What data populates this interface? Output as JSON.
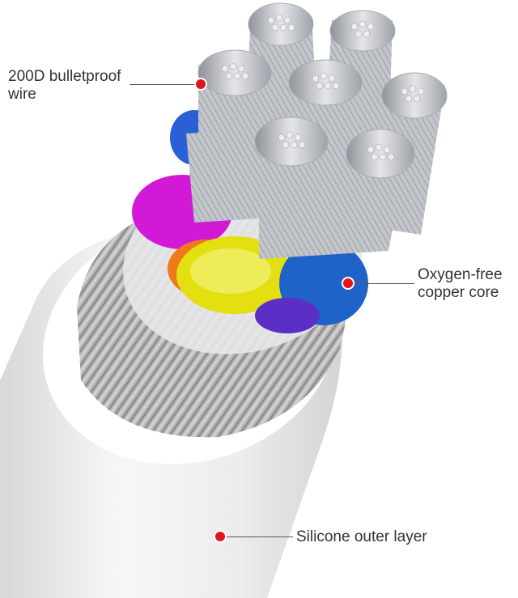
{
  "callouts": {
    "bulletproof_wire": "200D bulletproof\nwire",
    "copper_core": "Oxygen-free\ncopper core",
    "outer_layer": "Silicone outer layer"
  },
  "colors": {
    "marker": "#e0161e",
    "leader_line": "#555555",
    "label_text": "#333333",
    "jacket": "#f1f1f1",
    "insulation_magenta": "#d21ad6",
    "insulation_yellow": "#e3df10",
    "insulation_blue": "#1f63c9",
    "insulation_orange": "#f07a1a",
    "insulation_purple": "#5b2fc6",
    "strand_silver": "#c9ccd0"
  }
}
